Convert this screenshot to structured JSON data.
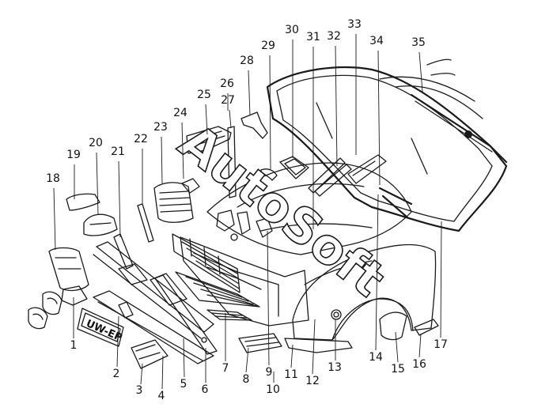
{
  "diagram": {
    "watermark": "AutoSoft",
    "plate_text": "UW-EP",
    "callouts": [
      {
        "id": "1",
        "label": "1"
      },
      {
        "id": "2",
        "label": "2"
      },
      {
        "id": "3",
        "label": "3"
      },
      {
        "id": "4",
        "label": "4"
      },
      {
        "id": "5",
        "label": "5"
      },
      {
        "id": "6",
        "label": "6"
      },
      {
        "id": "7",
        "label": "7"
      },
      {
        "id": "8",
        "label": "8"
      },
      {
        "id": "9",
        "label": "9"
      },
      {
        "id": "10",
        "label": "10"
      },
      {
        "id": "11",
        "label": "11"
      },
      {
        "id": "12",
        "label": "12"
      },
      {
        "id": "13",
        "label": "13"
      },
      {
        "id": "14",
        "label": "14"
      },
      {
        "id": "15",
        "label": "15"
      },
      {
        "id": "16",
        "label": "16"
      },
      {
        "id": "17",
        "label": "17"
      },
      {
        "id": "18",
        "label": "18"
      },
      {
        "id": "19",
        "label": "19"
      },
      {
        "id": "20",
        "label": "20"
      },
      {
        "id": "21",
        "label": "21"
      },
      {
        "id": "22",
        "label": "22"
      },
      {
        "id": "23",
        "label": "23"
      },
      {
        "id": "24",
        "label": "24"
      },
      {
        "id": "25",
        "label": "25"
      },
      {
        "id": "26",
        "label": "26"
      },
      {
        "id": "27",
        "label": "27"
      },
      {
        "id": "28",
        "label": "28"
      },
      {
        "id": "29",
        "label": "29"
      },
      {
        "id": "30",
        "label": "30"
      },
      {
        "id": "31",
        "label": "31"
      },
      {
        "id": "32",
        "label": "32"
      },
      {
        "id": "33",
        "label": "33"
      },
      {
        "id": "34",
        "label": "34"
      },
      {
        "id": "35",
        "label": "35"
      }
    ]
  }
}
